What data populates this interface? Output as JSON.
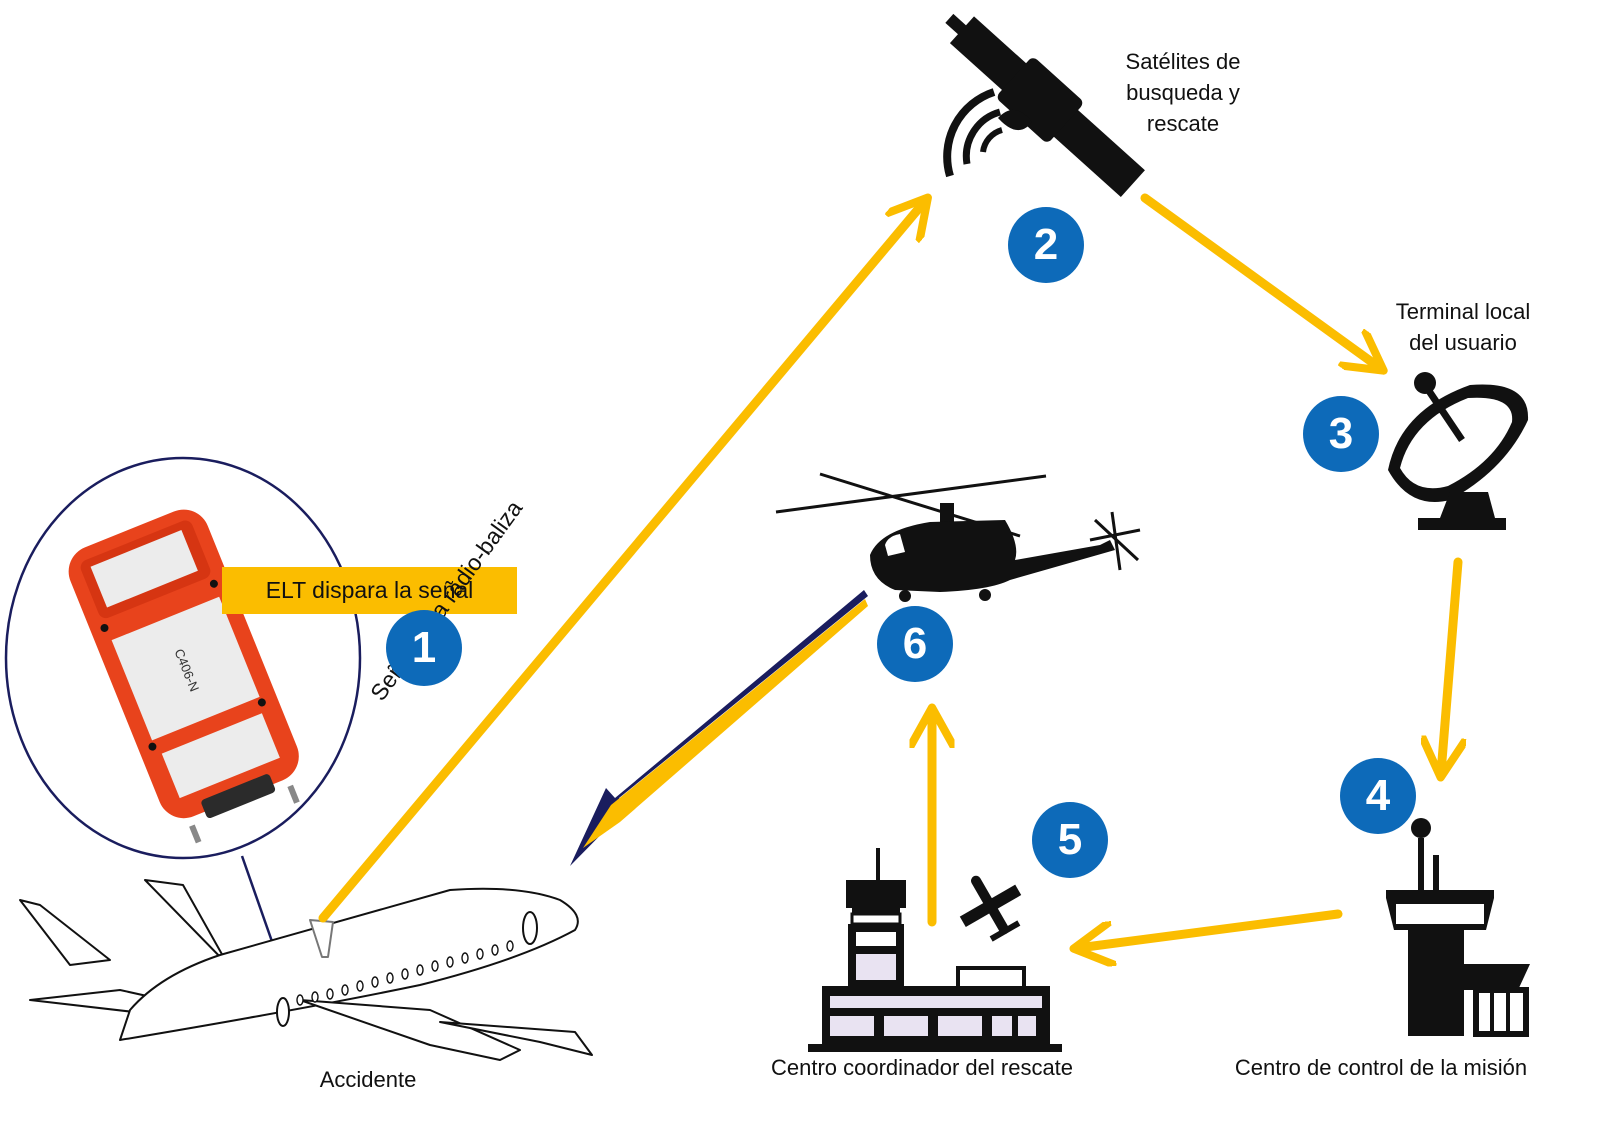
{
  "labels": {
    "satellites": "Satélites de\nbusqueda y\nrescate",
    "terminal": "Terminal local\ndel usuario",
    "elt_box": "ELT dispara la señal",
    "signal": "Señal de la radio-baliza",
    "accident": "Accidente",
    "rescue_center": "Centro coordinador del rescate",
    "mission_control": "Centro de control de la misión",
    "device_model": "C406-N"
  },
  "steps": [
    "1",
    "2",
    "3",
    "4",
    "5",
    "6"
  ],
  "colors": {
    "arrow": "#fbbd00",
    "step_badge": "#0d6ab9",
    "device": "#e8431c",
    "ellipse": "#1a1d5e",
    "silhouette": "#111111"
  },
  "icons": [
    "elt-device-icon",
    "satellite-icon",
    "dish-antenna-icon",
    "helicopter-icon",
    "control-tower-icon",
    "airport-icon",
    "airplane-icon",
    "small-plane-icon"
  ]
}
